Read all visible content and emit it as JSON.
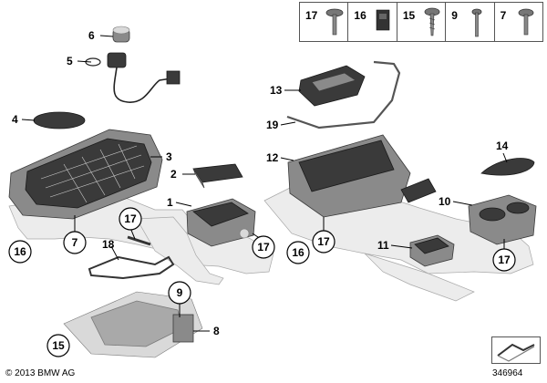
{
  "fastener_table": {
    "items": [
      {
        "num": "17",
        "icon": "screw-flange-icon"
      },
      {
        "num": "16",
        "icon": "clip-nut-icon"
      },
      {
        "num": "15",
        "icon": "self-tapping-screw-icon"
      },
      {
        "num": "9",
        "icon": "pin-screw-icon"
      },
      {
        "num": "7",
        "icon": "torx-screw-icon"
      }
    ]
  },
  "callouts": {
    "n6": "6",
    "n5": "5",
    "n4": "4",
    "n3": "3",
    "n2": "2",
    "n1": "1",
    "n7": "7",
    "n16a": "16",
    "n17a": "17",
    "n17b": "17",
    "n18": "18",
    "n9": "9",
    "n8": "8",
    "n15": "15",
    "n13": "13",
    "n19": "19",
    "n12": "12",
    "n14": "14",
    "n10": "10",
    "n11": "11",
    "n16b": "16",
    "n17c": "17",
    "n17d": "17"
  },
  "footer": {
    "copyright": "© 2013 BMW AG",
    "diagram_id": "346964"
  }
}
